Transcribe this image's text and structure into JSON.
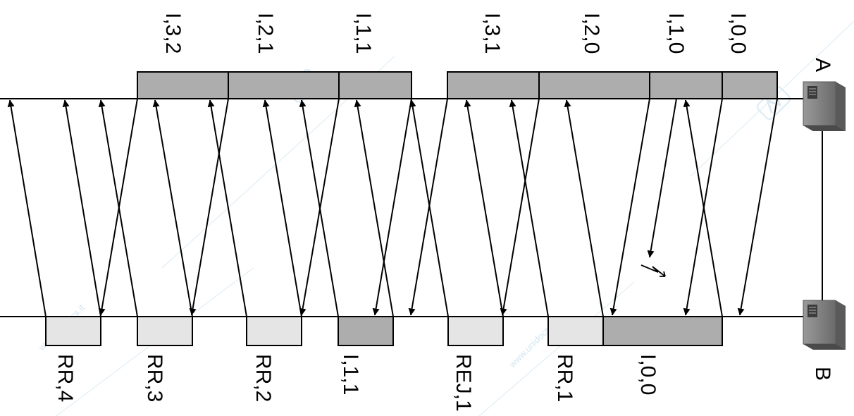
{
  "stations": {
    "a": {
      "label": "A",
      "icon": "computer-tower-icon"
    },
    "b": {
      "label": "B",
      "icon": "computer-tower-icon"
    }
  },
  "top_frames": [
    {
      "id": "t-i32",
      "label": "I,3,2"
    },
    {
      "id": "t-i21",
      "label": "I,2,1"
    },
    {
      "id": "t-i11",
      "label": "I,1,1"
    },
    {
      "id": "t-i31",
      "label": "I,3,1"
    },
    {
      "id": "t-i20",
      "label": "I,2,0"
    },
    {
      "id": "t-i10",
      "label": "I,1,0"
    },
    {
      "id": "t-i00",
      "label": "I,0,0"
    }
  ],
  "bottom_frames": [
    {
      "id": "b-rr4",
      "label": "RR,4"
    },
    {
      "id": "b-rr3",
      "label": "RR,3"
    },
    {
      "id": "b-rr2",
      "label": "RR,2"
    },
    {
      "id": "b-i11",
      "label": "I,1,1"
    },
    {
      "id": "b-rej1",
      "label": "REJ,1"
    },
    {
      "id": "b-rr1",
      "label": "RR,1"
    },
    {
      "id": "b-i00",
      "label": "I,0,0"
    }
  ],
  "error_marker": {
    "icon": "lightning-error-icon"
  },
  "watermark": {
    "text": "www.unidocs.it"
  },
  "colors": {
    "frame_dark": "#adadad",
    "frame_light": "#e5e5e5",
    "line": "#000000",
    "watermark": "#cfe3ee"
  }
}
